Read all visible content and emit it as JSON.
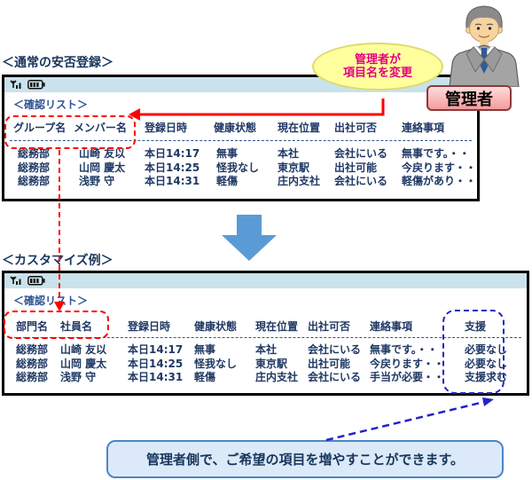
{
  "page": {
    "title_normal": "＜通常の安否登録＞",
    "title_custom": "＜カスタマイズ例＞"
  },
  "callout": {
    "line1": "管理者が",
    "line2": "項目名を変更"
  },
  "admin": {
    "label": "管理者",
    "figure": "administrator-man-in-suit"
  },
  "screen_normal": {
    "title": "＜確認リスト＞",
    "headers": [
      "グループ名",
      "メンバー名",
      "登録日時",
      "健康状態",
      "現在位置",
      "出社可否",
      "連絡事項"
    ],
    "rows": [
      [
        "総務部",
        "山崎 友以",
        "本日14:17",
        "無事",
        "本社",
        "会社にいる",
        "無事です。・・"
      ],
      [
        "総務部",
        "山岡 慶太",
        "本日14:25",
        "怪我なし",
        "東京駅",
        "出社可能",
        "今戻ります・・"
      ],
      [
        "総務部",
        "浅野 守",
        "本日14:31",
        "軽傷",
        "庄内支社",
        "会社にいる",
        "軽傷があり・・"
      ]
    ]
  },
  "screen_custom": {
    "title": "＜確認リスト＞",
    "headers": [
      "部門名",
      "社員名",
      "登録日時",
      "健康状態",
      "現在位置",
      "出社可否",
      "連絡事項",
      "支援"
    ],
    "rows": [
      [
        "総務部",
        "山崎 友以",
        "本日14:17",
        "無事",
        "本社",
        "会社にいる",
        "無事です。・・",
        "必要なし"
      ],
      [
        "総務部",
        "山岡 慶太",
        "本日14:25",
        "怪我なし",
        "東京駅",
        "出社可能",
        "今戻ります・・",
        "必要なし"
      ],
      [
        "総務部",
        "浅野 守",
        "本日14:31",
        "軽傷",
        "庄内支社",
        "会社にいる",
        "手当が必要・・",
        "支援求む"
      ]
    ]
  },
  "banner": {
    "text": "管理者側で、ご希望の項目を増やすことができます。"
  },
  "icons": {
    "signal": "signal-strength-icon",
    "battery": "battery-icon",
    "down_arrow": "big-down-arrow-icon"
  },
  "colors": {
    "heading": "#17365D",
    "table_text": "#1F3864",
    "screen_title": "#2E5496",
    "statusbar_bg": "#C9E2EC",
    "callout_bg": "#FFFF9E",
    "callout_text": "#E4007F",
    "annotation_red": "#FF0000",
    "annotation_blue": "#2323C9",
    "big_arrow": "#5B9BD5",
    "banner_bg": "#DCE9F8",
    "banner_border": "#4A86C8"
  }
}
